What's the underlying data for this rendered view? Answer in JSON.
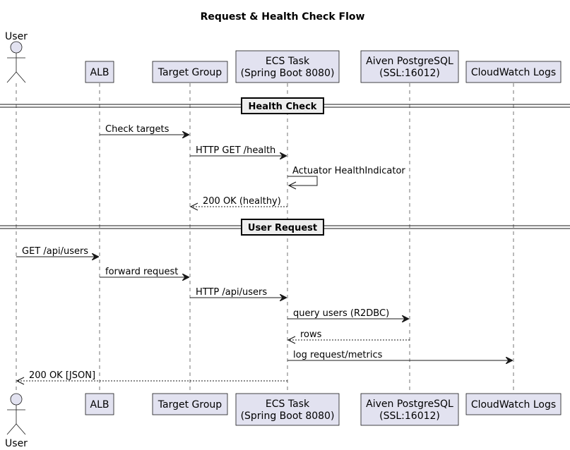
{
  "diagram": {
    "title": "Request & Health Check Flow",
    "participants": [
      {
        "id": "user",
        "kind": "actor",
        "label": [
          "User"
        ]
      },
      {
        "id": "alb",
        "kind": "box",
        "label": [
          "ALB"
        ]
      },
      {
        "id": "tg",
        "kind": "box",
        "label": [
          "Target Group"
        ]
      },
      {
        "id": "ecs",
        "kind": "box",
        "label": [
          "ECS Task",
          "(Spring Boot 8080)"
        ]
      },
      {
        "id": "pg",
        "kind": "box",
        "label": [
          "Aiven PostgreSQL",
          "(SSL:16012)"
        ]
      },
      {
        "id": "cw",
        "kind": "box",
        "label": [
          "CloudWatch Logs"
        ]
      }
    ],
    "sections": [
      {
        "divider": "Health Check",
        "messages": [
          {
            "from": "alb",
            "to": "tg",
            "text": "Check targets",
            "style": "solid"
          },
          {
            "from": "tg",
            "to": "ecs",
            "text": "HTTP GET /health",
            "style": "solid"
          },
          {
            "from": "ecs",
            "to": "ecs",
            "text": "Actuator HealthIndicator",
            "style": "self"
          },
          {
            "from": "ecs",
            "to": "tg",
            "text": "200 OK (healthy)",
            "style": "reply"
          }
        ]
      },
      {
        "divider": "User Request",
        "messages": [
          {
            "from": "user",
            "to": "alb",
            "text": "GET /api/users",
            "style": "solid"
          },
          {
            "from": "alb",
            "to": "tg",
            "text": "forward request",
            "style": "solid"
          },
          {
            "from": "tg",
            "to": "ecs",
            "text": "HTTP /api/users",
            "style": "solid"
          },
          {
            "from": "ecs",
            "to": "pg",
            "text": "query users (R2DBC)",
            "style": "solid"
          },
          {
            "from": "pg",
            "to": "ecs",
            "text": "rows",
            "style": "reply"
          },
          {
            "from": "ecs",
            "to": "cw",
            "text": "log request/metrics",
            "style": "solid"
          },
          {
            "from": "ecs",
            "to": "user",
            "text": "200 OK [JSON]",
            "style": "reply"
          }
        ]
      }
    ]
  }
}
